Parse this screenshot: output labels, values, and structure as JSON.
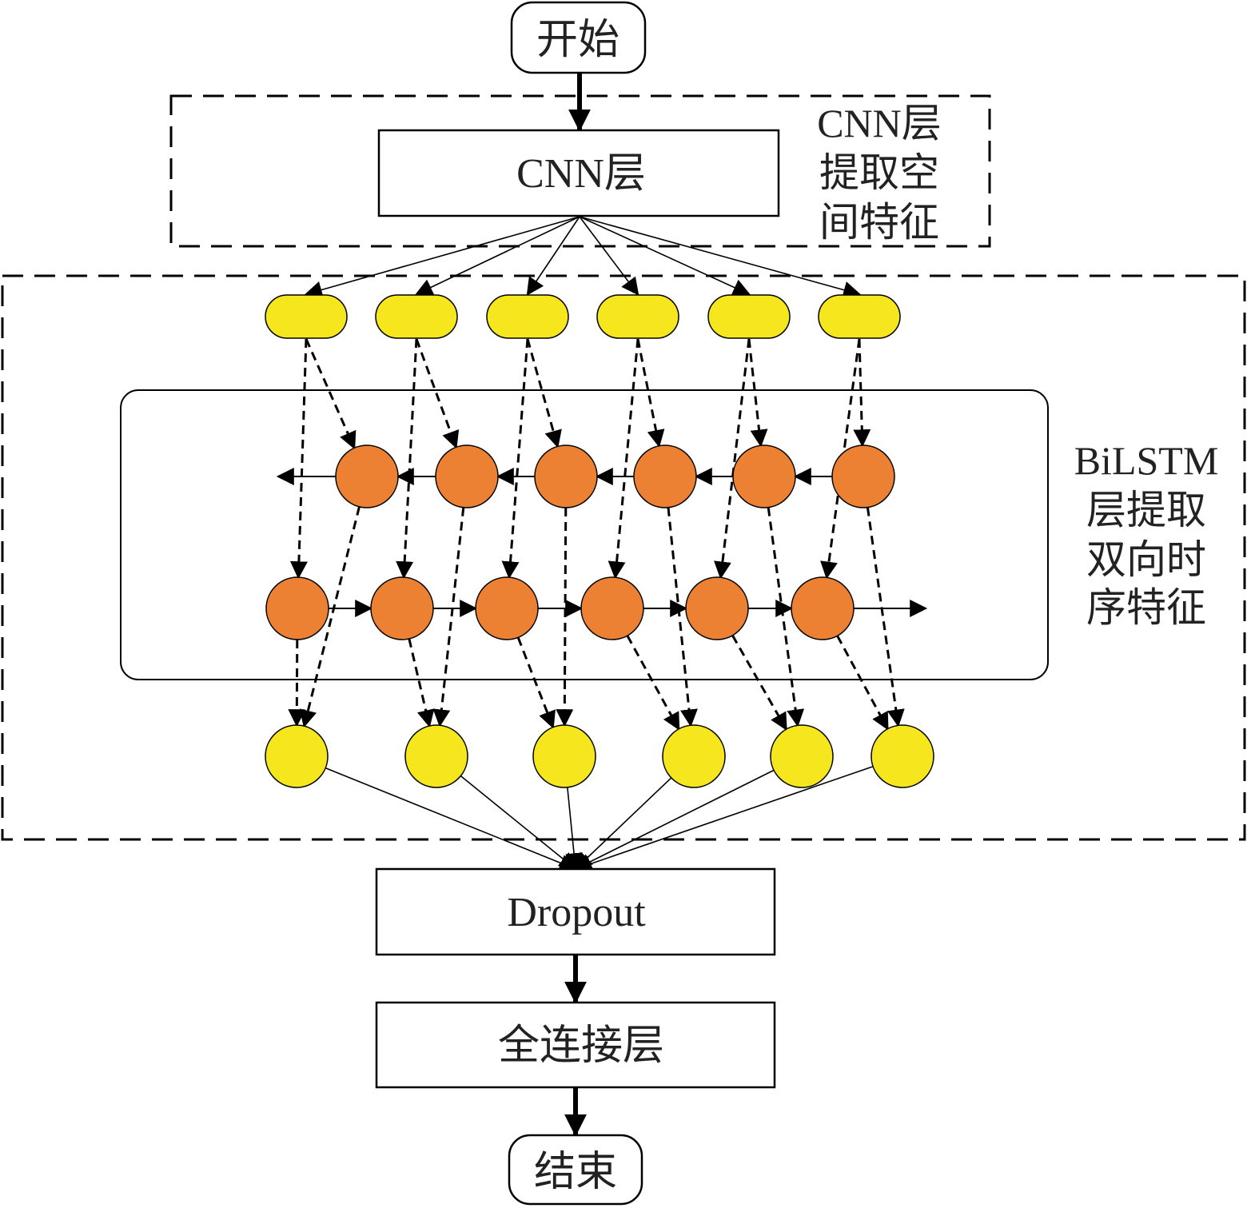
{
  "nodes": {
    "start": "开始",
    "cnn": "CNN层",
    "dropout": "Dropout",
    "fc": "全连接层",
    "end": "结束"
  },
  "notes": {
    "cnn_lines": [
      "CNN层",
      "提取空",
      "间特征"
    ],
    "bilstm_lines": [
      "BiLSTM",
      "层提取",
      "双向时",
      "序特征"
    ]
  },
  "layers": {
    "input_units": 6,
    "forward_units": 6,
    "backward_units": 6,
    "output_units": 6
  },
  "colors": {
    "input_fill": "#f5e61e",
    "hidden_fill": "#ec8133",
    "output_fill": "#f5e61e",
    "stroke": "#000000"
  }
}
